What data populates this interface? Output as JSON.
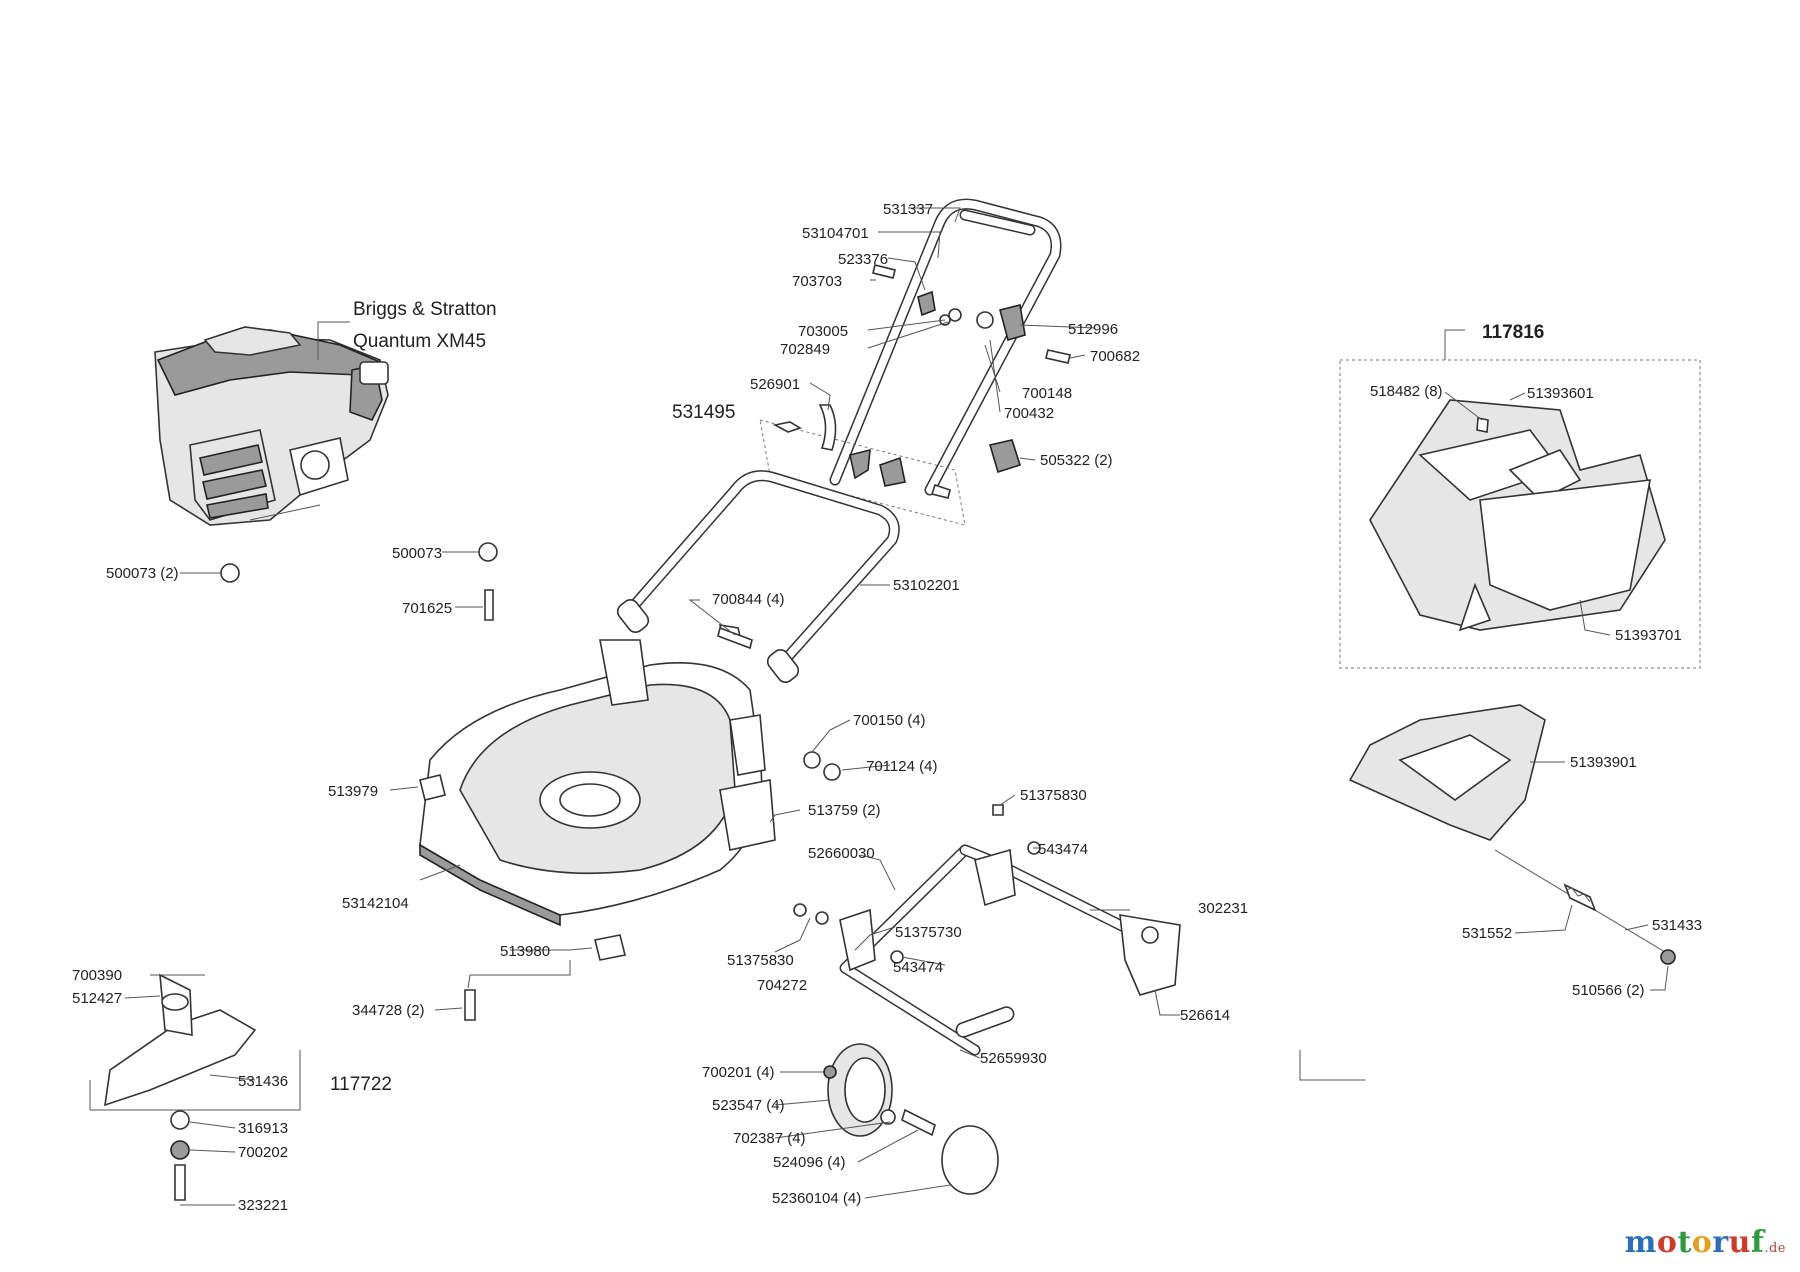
{
  "engine": {
    "line1": "Briggs & Stratton",
    "line2": "Quantum XM45"
  },
  "groups": {
    "handle_kit": "531495",
    "blade_kit": "117722",
    "catcher_kit": "117816"
  },
  "labels": {
    "l531337": "531337",
    "l53104701": "53104701",
    "l523376": "523376",
    "l703703": "703703",
    "l703005": "703005",
    "l702849": "702849",
    "l512996": "512996",
    "l700682": "700682",
    "l526901": "526901",
    "l700148": "700148",
    "l700432": "700432",
    "l505322": "505322 (2)",
    "l500073a": "500073",
    "l500073b": "500073 (2)",
    "l701625": "701625",
    "l700844": "700844 (4)",
    "l53102201": "53102201",
    "l700150": "700150 (4)",
    "l701124": "701124 (4)",
    "l513979": "513979",
    "l513759": "513759 (2)",
    "l53142104": "53142104",
    "l513980": "513980",
    "l344728": "344728 (2)",
    "l700390": "700390",
    "l512427": "512427",
    "l531436": "531436",
    "l316913": "316913",
    "l700202": "700202",
    "l323221": "323221",
    "l51375830a": "51375830",
    "l543474a": "543474",
    "l52660030": "52660030",
    "l302231": "302231",
    "l51375730": "51375730",
    "l51375830b": "51375830",
    "l704272": "704272",
    "l543474b": "543474",
    "l526614": "526614",
    "l52659930": "52659930",
    "l700201": "700201 (4)",
    "l523547": "523547 (4)",
    "l702387": "702387 (4)",
    "l524096": "524096 (4)",
    "l52360104": "52360104 (4)",
    "l518482": "518482 (8)",
    "l51393601": "51393601",
    "l51393701": "51393701",
    "l51393901": "51393901",
    "l531552": "531552",
    "l531433": "531433",
    "l510566": "510566 (2)"
  },
  "brand": {
    "name": "motoruf",
    "suffix": ".de"
  },
  "colors": {
    "brand_m": "#2a6ebf",
    "brand_o1": "#d13a2a",
    "brand_t": "#2a9a3a",
    "brand_o2": "#e5a01a",
    "brand_r": "#2a6ebf",
    "brand_u": "#d13a2a",
    "brand_f": "#2a9a3a"
  }
}
